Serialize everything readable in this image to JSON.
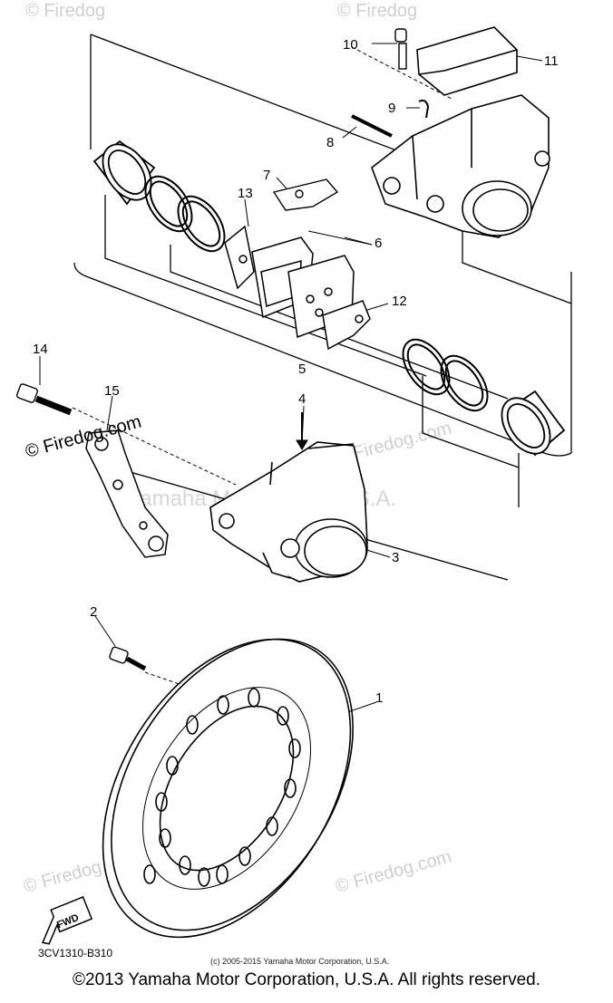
{
  "watermarks": {
    "firedog_a": "© Firedog",
    "firedog_b": "© Firedog",
    "firedog_c": "© Firedog.com",
    "firedog_d": "© Firedog.com",
    "firedog_e": "© Firedog.com",
    "firedog_f": "© Firedog.com",
    "yamaha": "Yamaha Motor Corp. U.S.A."
  },
  "callouts": [
    "1",
    "2",
    "3",
    "4",
    "5",
    "6",
    "7",
    "8",
    "9",
    "10",
    "11",
    "12",
    "13",
    "14",
    "15"
  ],
  "fwd_label": "FWD",
  "diagram_code": "3CV1310-B310",
  "small_copyright": "(c) 2005-2015 Yamaha Motor Corporation, U.S.A.",
  "footer_copyright": "©2013 Yamaha Motor Corporation, U.S.A. All rights reserved."
}
